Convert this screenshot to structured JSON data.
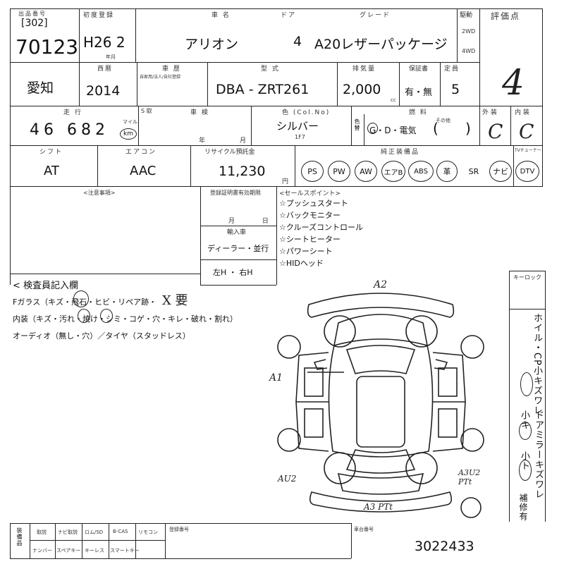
{
  "header": {
    "venue_label": "出品番号",
    "venue_code": "[302]",
    "lot_number": "70123",
    "first_reg_label": "初度登録",
    "first_reg_value": "H26 2",
    "first_reg_month_suffix": "年月",
    "model_name_label": "車 名",
    "model_name": "アリオン",
    "doors_label": "ドア",
    "doors": "4",
    "grade_label": "グレード",
    "grade": "A20レザーパッケージ",
    "drive_label": "駆動",
    "drive_2wd": "2WD",
    "drive_4wd": "4WD",
    "score_label": "評価点",
    "score": "4"
  },
  "row2": {
    "prefecture": "愛知",
    "year_label": "西暦",
    "year": "2014",
    "inspection_label": "車 歴",
    "inspection_sub": "自家用/法人/自社登録",
    "model_type_label": "型 式",
    "model_type": "DBA - ZRT261",
    "displacement_label": "排気量",
    "displacement": "2,000",
    "displacement_unit": "cc",
    "history_label": "保証書",
    "history": "有・無",
    "capacity_label": "定員",
    "capacity": "5"
  },
  "row3": {
    "mileage_label": "走 行",
    "mileage": "46 682",
    "mileage_unit_top": "マイル",
    "mileage_unit": "km",
    "meter_label": "S 取",
    "inspection_exp_label": "車 検",
    "year_suffix": "年",
    "month_suffix": "月",
    "color_label": "色 (Col.No)",
    "color": "シルバー",
    "color_code": "1F7",
    "color_change_label": "色替",
    "fuel_label": "燃 料",
    "fuel_options": "G・D・電気",
    "fuel_other": "その他",
    "exterior_label": "外 装",
    "exterior": "C",
    "interior_label": "内 装",
    "interior": "C"
  },
  "row4": {
    "shift_label": "シフト",
    "shift": "AT",
    "ac_label": "エアコン",
    "ac": "AAC",
    "recycle_label": "リサイクル預託金",
    "recycle_fee": "11,230",
    "recycle_unit": "円",
    "equipment_label": "純正装備品",
    "tuner_label": "TVチューナー",
    "equipment": [
      "PS",
      "PW",
      "AW",
      "エアB",
      "ABS",
      "革",
      "SR",
      "ナビ",
      "DTV"
    ],
    "equipment_circled": [
      true,
      true,
      true,
      true,
      true,
      true,
      false,
      true,
      true
    ]
  },
  "notes": {
    "remarks_label": "<注意事項>",
    "valid_label": "登録証明書有効期限",
    "month_label": "月 日",
    "import_label": "輸入車",
    "import_value": "ディーラー・並行",
    "steering": "左H ・ 右H",
    "sales_label": "<セールスポイント>",
    "sales_points": [
      "☆プッシュスタート",
      "☆バックモニター",
      "☆クルーズコントロール",
      "☆シートヒーター",
      "☆パワーシート",
      "☆HIDヘッド"
    ]
  },
  "inspector": {
    "title": "< 検査員記入欄",
    "glass": "Fガラス（キズ・飛石・ヒビ・リペア跡・",
    "glass_mark": "X 要",
    "interior": "内装（キズ・汚れ・焼け・シミ・コゲ・穴・キレ・破れ・割れ）",
    "audio": "オーディオ（無し・穴）／タイヤ（スタッドレス）",
    "keylock_label": "キーロック"
  },
  "diagram": {
    "marks": [
      "A2",
      "A1",
      "AU2",
      "A3 PTt",
      "A3U2 PTt"
    ]
  },
  "side_note": {
    "col1": "ホイル・CP小キズワレ",
    "col2": "ドアミラーキズワレ",
    "col3": "補修有",
    "small1": "小キ",
    "small2": "小ト"
  },
  "footer": {
    "cols": [
      {
        "top": "取説",
        "bottom": "ナンバー"
      },
      {
        "top": "ナビ取説",
        "bottom": "スペアキー"
      },
      {
        "top": "ロム/SD",
        "bottom": "キーレス"
      },
      {
        "top": "B-CAS",
        "bottom": "スマートキー"
      }
    ],
    "remote_label": "リモコン",
    "side_label": "装備品",
    "reg_label": "登録番号",
    "chassis_label": "車台番号",
    "chassis_number": "3022433"
  }
}
